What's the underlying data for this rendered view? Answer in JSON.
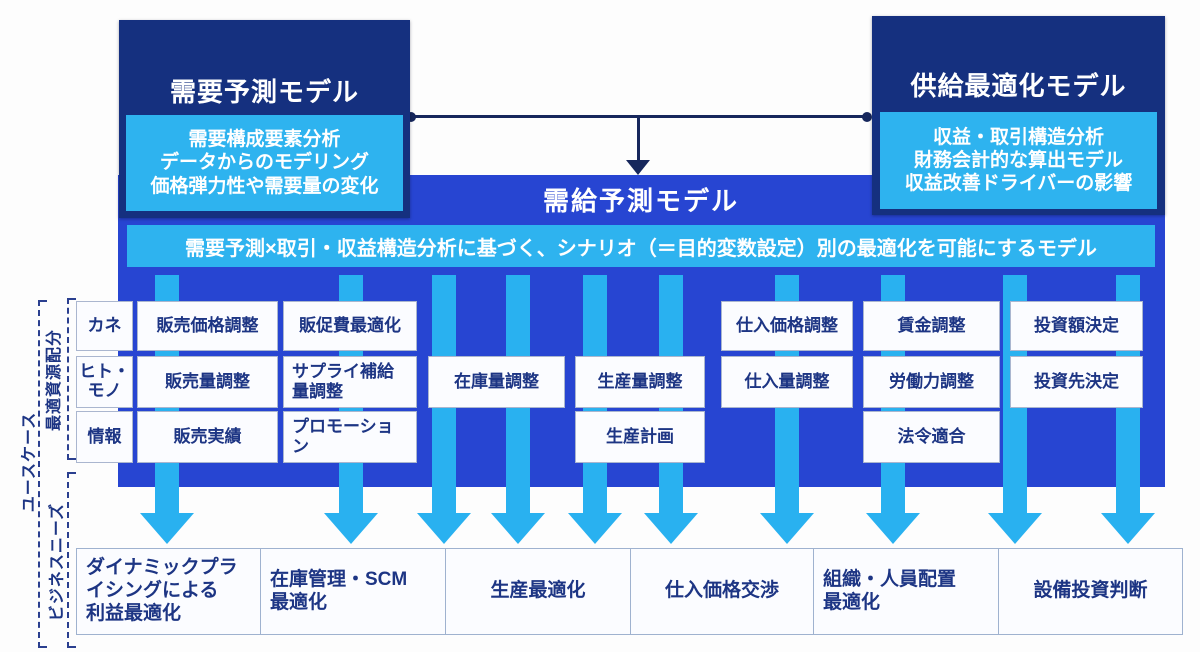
{
  "diagram": {
    "demand_model": {
      "title": "需要予測モデル",
      "details": "需要構成要素分析\nデータからのモデリング\n価格弾力性や需要量の変化"
    },
    "supply_model": {
      "title": "供給最適化モデル",
      "details": "収益・取引構造分析\n財務会計的な算出モデル\n収益改善ドライバーの影響"
    },
    "combined_model": {
      "title": "需給予測モデル",
      "description": "需要予測×取引・収益構造分析に基づく、シナリオ（＝目的変数設定）別の最適化を可能にするモデル"
    },
    "side_labels": {
      "use_case": "ユースケース",
      "resource_allocation": "最適資源配分",
      "business_needs": "ビジネスニーズ"
    },
    "resource_rows": [
      {
        "label": "カネ"
      },
      {
        "label": "ヒト・\nモノ"
      },
      {
        "label": "情報"
      }
    ],
    "use_case_cells": [
      {
        "label": "販売価格調整"
      },
      {
        "label": "販売量調整"
      },
      {
        "label": "販売実績"
      },
      {
        "label": "販促費最適化"
      },
      {
        "label": "サプライ補給\n量調整"
      },
      {
        "label": "プロモーショ\nン"
      },
      {
        "label": "在庫量調整"
      },
      {
        "label": "生産量調整"
      },
      {
        "label": "生産計画"
      },
      {
        "label": "仕入価格調整"
      },
      {
        "label": "仕入量調整"
      },
      {
        "label": "賃金調整"
      },
      {
        "label": "労働力調整"
      },
      {
        "label": "法令適合"
      },
      {
        "label": "投資額決定"
      },
      {
        "label": "投資先決定"
      }
    ],
    "business_need_boxes": [
      {
        "label": "ダイナミックプラ\nイシングによる\n利益最適化"
      },
      {
        "label": "在庫管理・SCM\n最適化"
      },
      {
        "label": "生産最適化"
      },
      {
        "label": "仕入価格交渉"
      },
      {
        "label": "組織・人員配置\n最適化"
      },
      {
        "label": "設備投資判断"
      }
    ],
    "colors": {
      "navy_box": "#15307f",
      "royal_panel": "#2745d2",
      "cyan": "#2eb3ef",
      "text_navy": "#1d3584"
    }
  }
}
